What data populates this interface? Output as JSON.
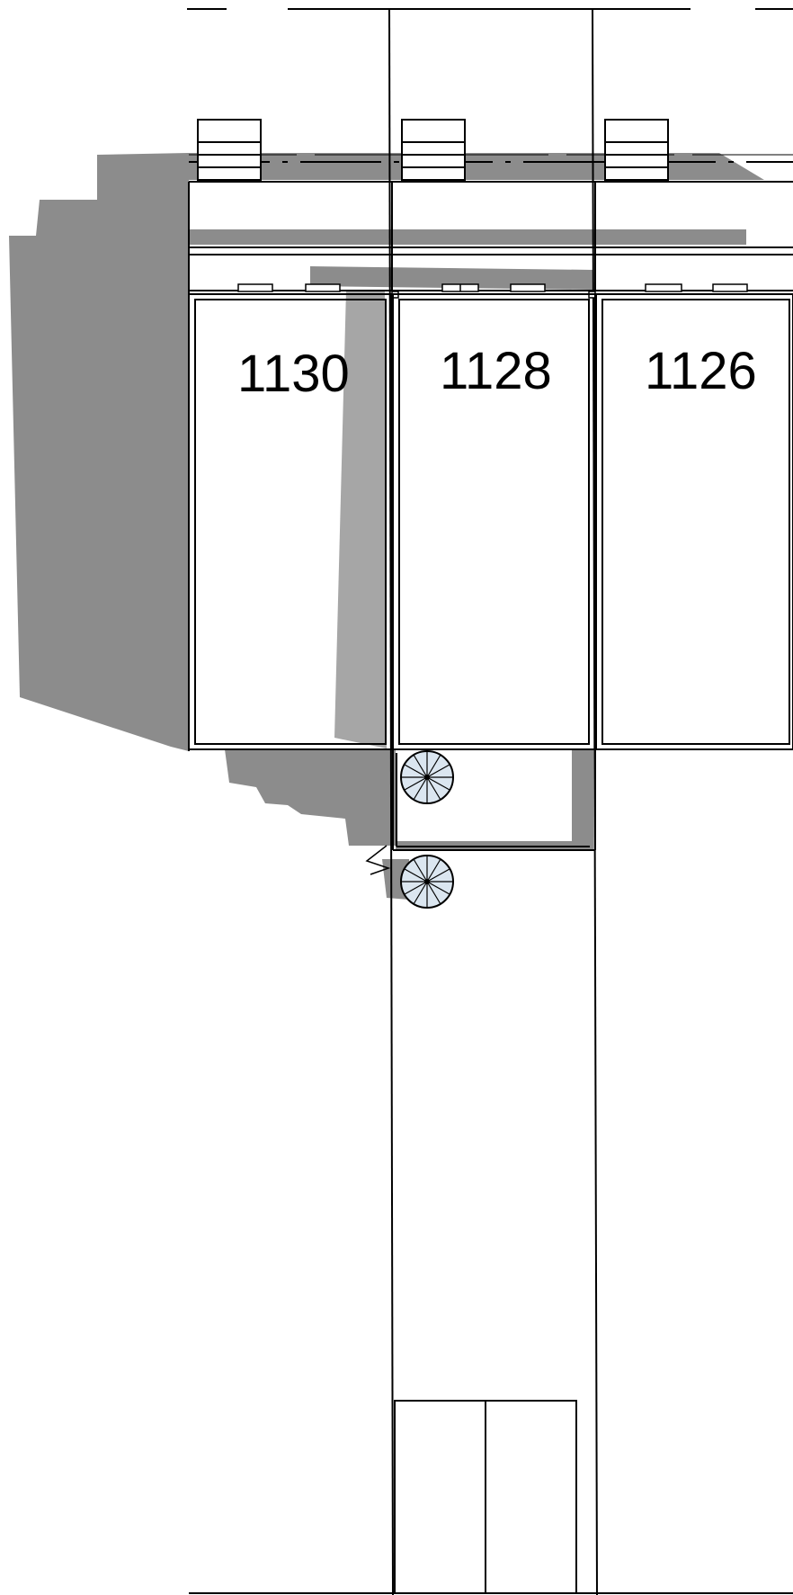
{
  "units": [
    {
      "id": "1130",
      "label": "1130"
    },
    {
      "id": "1128",
      "label": "1128"
    },
    {
      "id": "1126",
      "label": "1126"
    }
  ],
  "colors": {
    "line": "#000000",
    "shadow_dark": "#8c8c8c",
    "shadow_light": "#a6a6a6",
    "stair_fill": "#dbe6f0",
    "background": "#ffffff"
  },
  "icons": {
    "spiral_stair": "spiral-stair-icon"
  }
}
